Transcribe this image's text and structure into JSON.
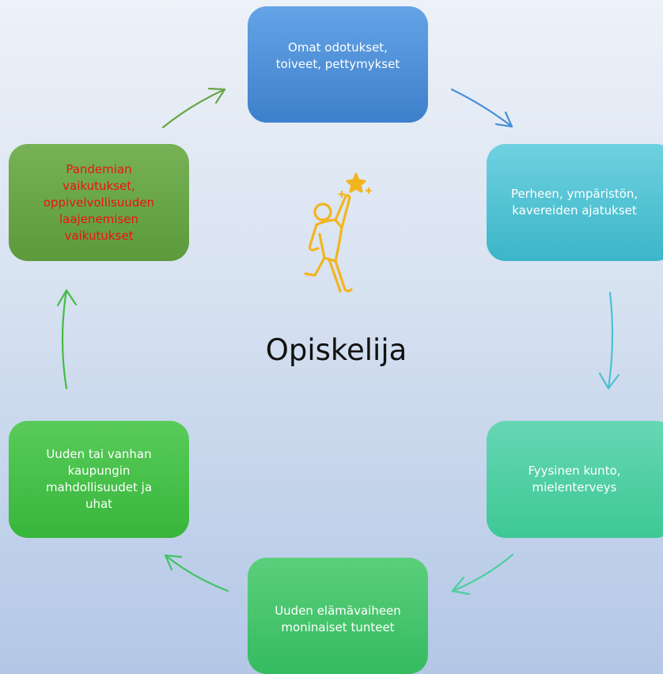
{
  "center": {
    "title": "Opiskelija",
    "icon": "celebrating-person-with-stars-icon",
    "icon_color": "#f2b51f"
  },
  "nodes": {
    "top": {
      "text": "Omat odotukset,\ntoiveet, pettymykset",
      "color": "#4a8fd6"
    },
    "right_top": {
      "text": "Perheen, ympäristön,\nkavereiden ajatukset",
      "color": "#4cc0d1"
    },
    "right_bottom": {
      "text": "Fyysinen kunto,\nmielenterveys",
      "color": "#4ccd9f"
    },
    "bottom": {
      "text": "Uuden elämävaiheen\nmoninaiset tunteet",
      "color": "#42c268"
    },
    "left_bottom": {
      "text": "Uuden tai vanhan\nkaupungin\nmahdollisuudet ja\nuhat",
      "color": "#43bd45"
    },
    "left_top": {
      "text": "Pandemian\nvaikutukset,\noppivelvollisuuden\nlaajenemisen\nvaikutukset",
      "color": "#68a547",
      "text_color": "#ee1111"
    }
  },
  "arrows": {
    "top_to_right_top": "#4a8fd6",
    "right_top_to_right_bottom": "#4cc0d1",
    "right_bottom_to_bottom": "#4ccd9f",
    "bottom_to_left_bottom": "#42c268",
    "left_bottom_to_left_top": "#43bd45",
    "left_top_to_top": "#68a547"
  }
}
